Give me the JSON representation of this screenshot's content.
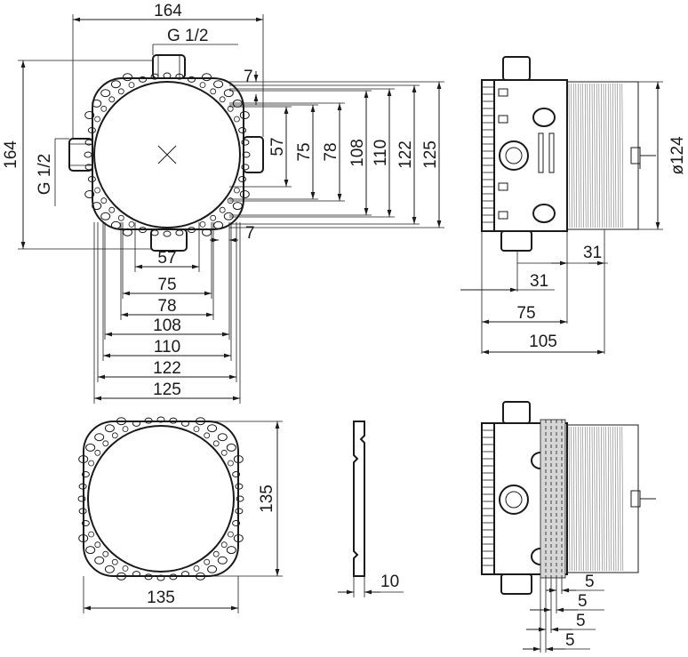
{
  "top_view": {
    "width": "164",
    "thread_top": "G 1/2",
    "height": "164",
    "thread_left": "G 1/2",
    "offset_top": "7",
    "offset_bottom": "7",
    "vertical_dims": [
      "57",
      "75",
      "78",
      "108",
      "110",
      "122",
      "125"
    ],
    "horizontal_dims": [
      "57",
      "75",
      "78",
      "108",
      "110",
      "122",
      "125"
    ]
  },
  "side_view": {
    "diameter": "ø124",
    "dim_31a": "31",
    "dim_31b": "31",
    "dim_75": "75",
    "dim_105": "105"
  },
  "plate_view": {
    "width": "135",
    "height": "135"
  },
  "plate_section": {
    "thickness": "10"
  },
  "side_view_2": {
    "dims": [
      "5",
      "5",
      "5",
      "5"
    ]
  }
}
